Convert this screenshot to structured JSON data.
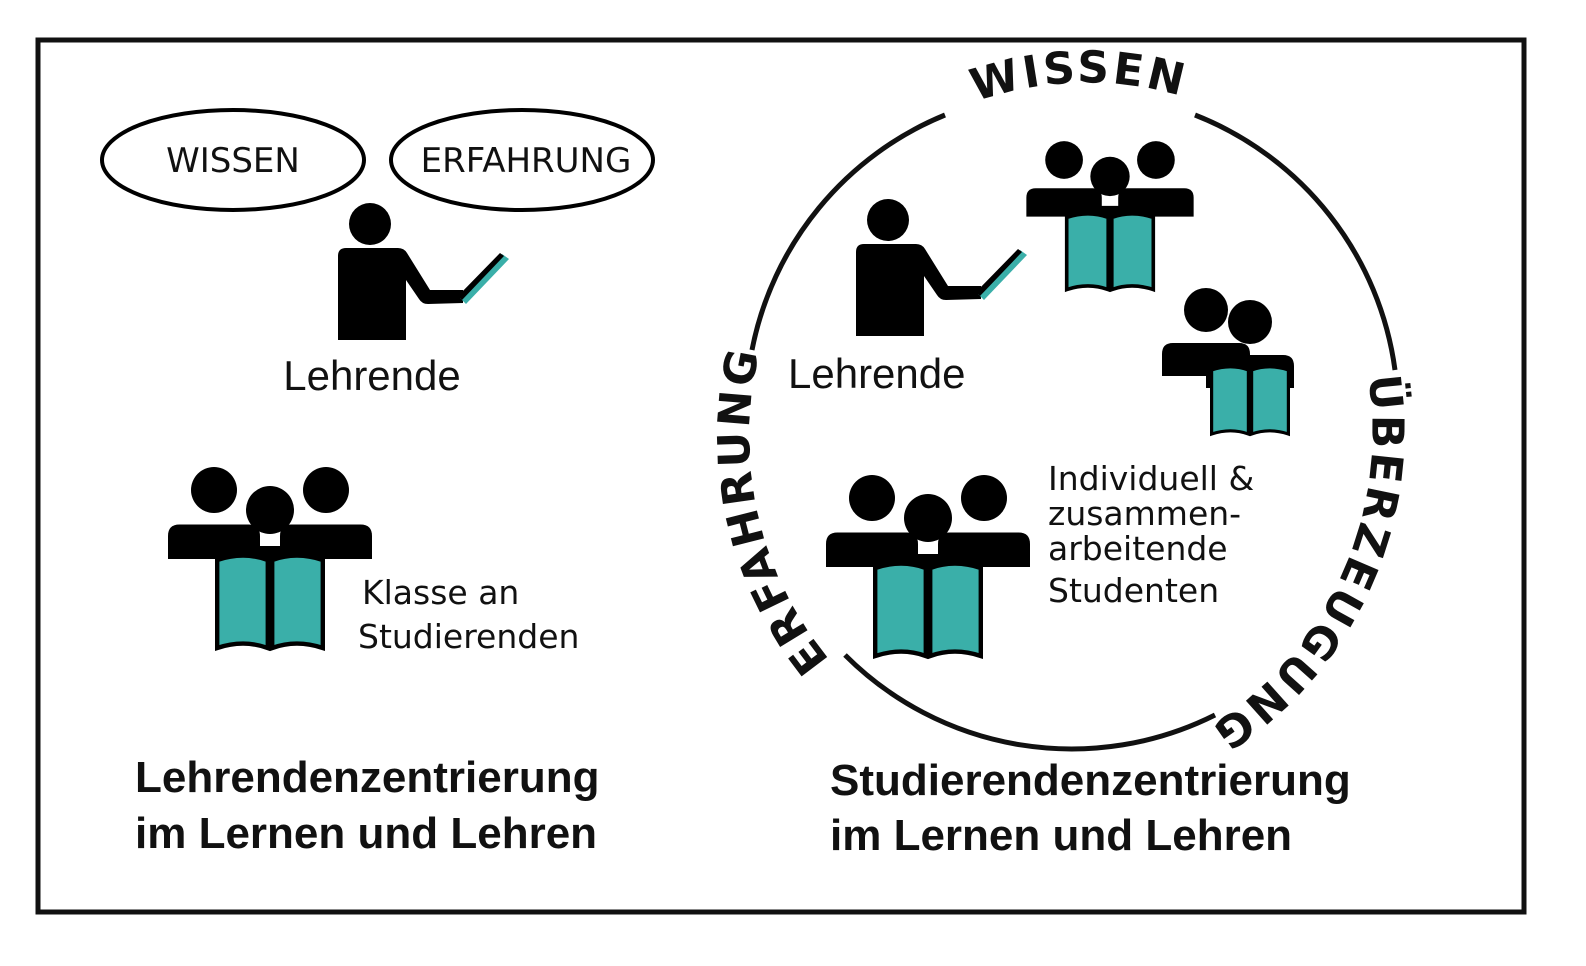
{
  "left": {
    "ovals": [
      "WISSEN",
      "ERFAHRUNG"
    ],
    "teacher_label": "Lehrende",
    "class_label_line1": "Klasse an",
    "class_label_line2": "Studierenden",
    "caption_line1": "Lehrendenzentrierung",
    "caption_line2": "im Lernen und Lehren"
  },
  "right": {
    "circle_labels": {
      "top": "WISSEN",
      "right": "ÜBERZEUGUNG",
      "left": "ERFAHRUNG"
    },
    "teacher_label": "Lehrende",
    "students_label_lines": [
      "Individuell &",
      "zusammen-",
      "arbeitende",
      "Studenten"
    ],
    "caption_line1": "Studierendenzentrierung",
    "caption_line2": "im Lernen und Lehren"
  },
  "colors": {
    "book": "#3aafa9",
    "figure": "#000000",
    "border": "#111111"
  },
  "icons": [
    "teacher-pointing-icon",
    "student-group-reading-icon",
    "student-pair-reading-icon"
  ]
}
